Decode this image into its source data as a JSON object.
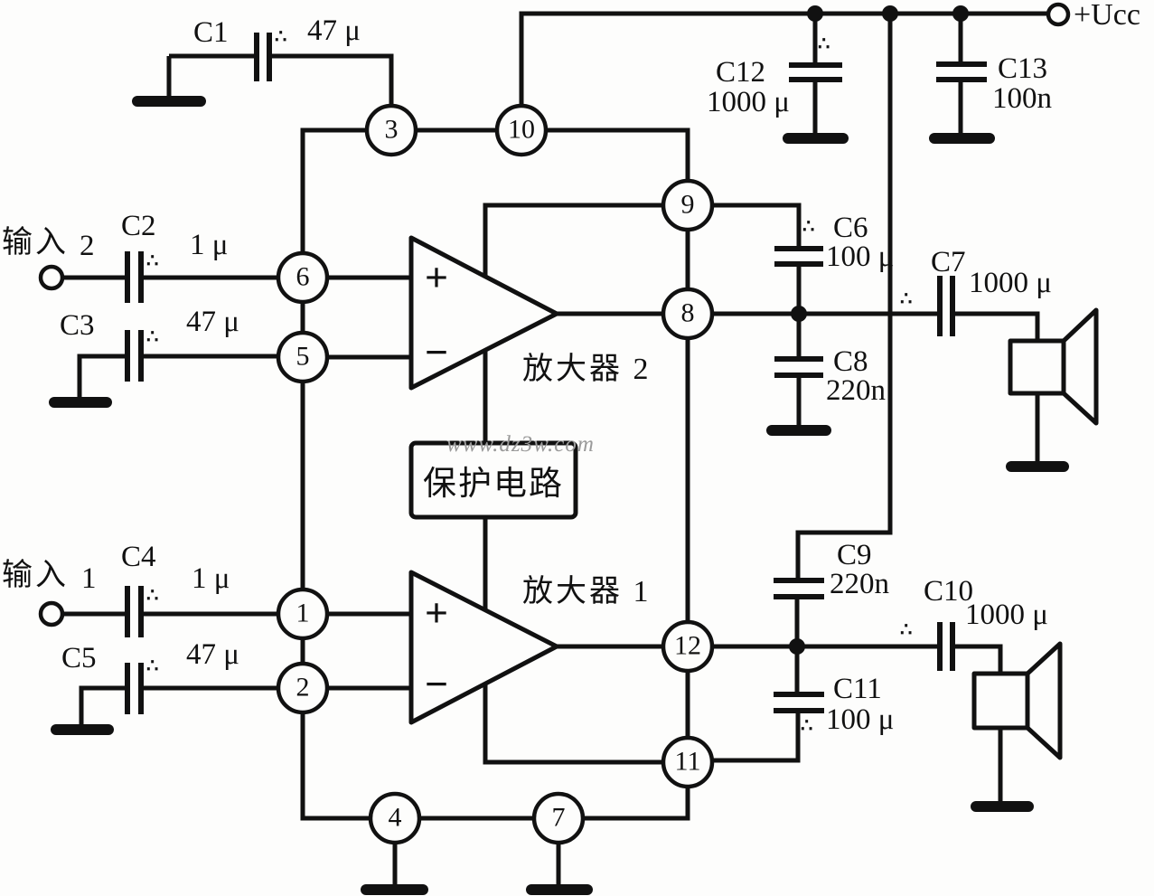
{
  "watermark": "www.dz3w.com",
  "power_label": "+Ucc",
  "polarity_mark": "∴",
  "inputs": {
    "in2": {
      "label": "输入",
      "num": "2"
    },
    "in1": {
      "label": "输入",
      "num": "1"
    }
  },
  "ic": {
    "amp2_label": "放大器 2",
    "amp1_label": "放大器 1",
    "protection_label": "保护电路",
    "opamp_plus": "+",
    "opamp_minus": "−",
    "pins": {
      "p1": "1",
      "p2": "2",
      "p3": "3",
      "p4": "4",
      "p5": "5",
      "p6": "6",
      "p7": "7",
      "p8": "8",
      "p9": "9",
      "p10": "10",
      "p11": "11",
      "p12": "12"
    }
  },
  "capacitors": {
    "c1": {
      "name": "C1",
      "value": "47 μ"
    },
    "c2": {
      "name": "C2",
      "value": "1 μ"
    },
    "c3": {
      "name": "C3",
      "value": "47 μ"
    },
    "c4": {
      "name": "C4",
      "value": "1 μ"
    },
    "c5": {
      "name": "C5",
      "value": "47 μ"
    },
    "c6": {
      "name": "C6",
      "value": "100 μ"
    },
    "c7": {
      "name": "C7",
      "value": "1000 μ"
    },
    "c8": {
      "name": "C8",
      "value": "220n"
    },
    "c9": {
      "name": "C9",
      "value": "220n"
    },
    "c10": {
      "name": "C10",
      "value": "1000 μ"
    },
    "c11": {
      "name": "C11",
      "value": "100 μ"
    },
    "c12": {
      "name": "C12",
      "value": "1000 μ"
    },
    "c13": {
      "name": "C13",
      "value": "100n"
    }
  }
}
